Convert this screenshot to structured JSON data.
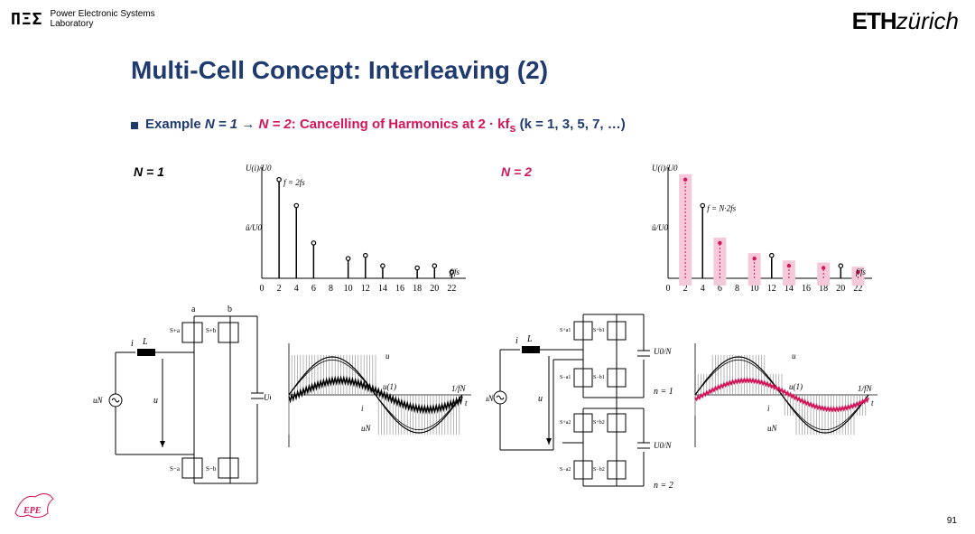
{
  "header": {
    "pes_mark": "ΠΞΣ",
    "pes_org_line1": "Power Electronic Systems",
    "pes_org_line2": "Laboratory",
    "eth_bold": "ETH",
    "eth_rest": "zürich"
  },
  "slide": {
    "title": "Multi-Cell Concept: Interleaving (2)",
    "bullet_prefix": "Example ",
    "bullet_n1": "N = 1",
    "bullet_arrow": "→",
    "bullet_n2": "N = 2",
    "bullet_middle": ": Cancelling of Harmonics at 2 · kf",
    "bullet_sub": "s",
    "bullet_end": " (k = 1, 3, 5, 7, …)",
    "label_n1": "N = 1",
    "label_n2": "N = 2",
    "page_number": "91"
  },
  "colors": {
    "title": "#1f3a6e",
    "accent": "#d4145a",
    "highlight": "#f6c9da"
  },
  "chart_data": [
    {
      "type": "bar",
      "x": [
        2,
        4,
        6,
        10,
        12,
        14,
        18,
        20,
        22
      ],
      "values": [
        0.95,
        0.7,
        0.34,
        0.19,
        0.22,
        0.12,
        0.1,
        0.12,
        0.06
      ],
      "x_ticks": [
        "0",
        "2",
        "4",
        "6",
        "8",
        "10",
        "12",
        "14",
        "16",
        "18",
        "20",
        "22"
      ],
      "annotation": "f = 2fs",
      "ylabel_top": "U(i)/U0",
      "ylabel_mid": "û/U0",
      "xlabel": "f/fs"
    },
    {
      "type": "bar",
      "x": [
        2,
        4,
        6,
        10,
        12,
        14,
        18,
        20,
        22
      ],
      "values": [
        0.95,
        0.7,
        0.34,
        0.19,
        0.22,
        0.12,
        0.1,
        0.12,
        0.06
      ],
      "cancelled_x": [
        2,
        6,
        10,
        14,
        18,
        22
      ],
      "x_ticks": [
        "0",
        "2",
        "4",
        "6",
        "8",
        "10",
        "12",
        "14",
        "16",
        "18",
        "20",
        "22"
      ],
      "annotation": "f = N·2fs",
      "ylabel_top": "U(i)/U0",
      "ylabel_mid": "û/U0",
      "xlabel": "f/fs"
    }
  ],
  "circuit1": {
    "switches": [
      "S+a",
      "S+b",
      "S−a",
      "S−b"
    ],
    "labels": {
      "a": "a",
      "b": "b",
      "i": "i",
      "L": "L",
      "uN": "uN",
      "u": "u",
      "uc": "UC"
    }
  },
  "waveform1": {
    "labels": {
      "u": "u",
      "u1": "u(1)",
      "i": "i",
      "uN": "uN",
      "period": "1/fN",
      "t": "t"
    }
  },
  "circuit2": {
    "switches": [
      "S+a1",
      "S+b1",
      "S−a1",
      "S−b1",
      "S+a2",
      "S+b2",
      "S−a2",
      "S−b2"
    ],
    "labels": {
      "i": "i",
      "L": "L",
      "uN": "uN",
      "u": "u",
      "u0n": "U0/N",
      "n1": "n = 1",
      "n2": "n = 2"
    }
  },
  "waveform2": {
    "labels": {
      "u": "u",
      "u1": "u(1)",
      "i": "i",
      "uN": "uN",
      "period": "1/fN",
      "t": "t"
    }
  }
}
